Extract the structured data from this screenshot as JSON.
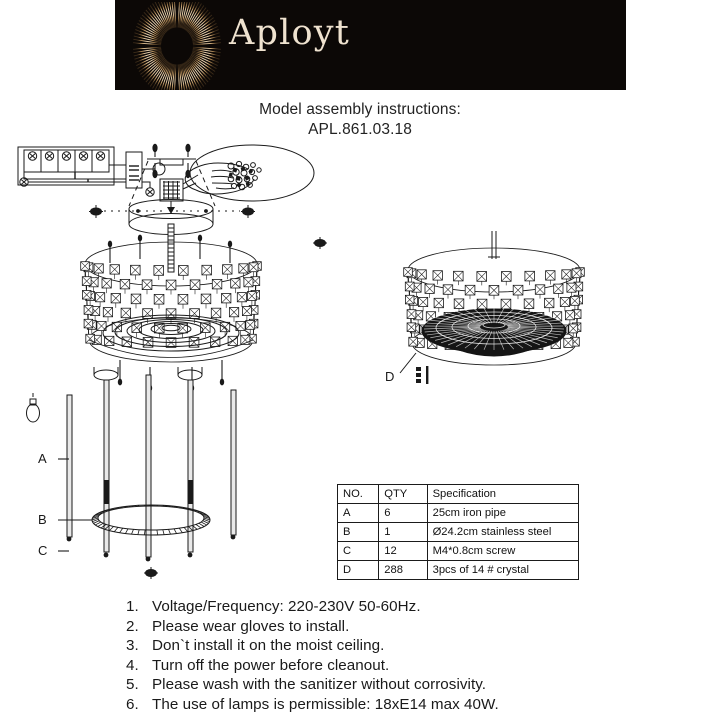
{
  "header": {
    "brand": "Aployt",
    "logo_icon": "sunburst-icon",
    "rays_icon": "radiating-rays-icon",
    "background_color": "#0c0806",
    "accent_color": "#d9b27c",
    "brand_text_color": "#efe2cf"
  },
  "title": {
    "line1": "Model assembly instructions:",
    "line2": "APL.861.03.18"
  },
  "diagram": {
    "labels": {
      "a": "A",
      "b": "B",
      "c": "C",
      "d": "D"
    },
    "callouts": [
      "wiring-terminal-block",
      "ceiling-mount-plate",
      "hand-holding-crystals-detail",
      "crystal-drum-exploded-view",
      "assembled-fixture-view",
      "iron-pipe-rods",
      "stainless-steel-ring",
      "screw-markers"
    ]
  },
  "parts_table": {
    "columns": [
      "NO.",
      "QTY",
      "Specification"
    ],
    "rows": [
      {
        "no": "A",
        "qty": "6",
        "spec": "25cm iron pipe"
      },
      {
        "no": "B",
        "qty": "1",
        "spec": "Ø24.2cm stainless steel"
      },
      {
        "no": "C",
        "qty": "12",
        "spec": "M4*0.8cm screw"
      },
      {
        "no": "D",
        "qty": "288",
        "spec": "3pcs of 14 # crystal"
      }
    ]
  },
  "instructions": [
    {
      "num": "1.",
      "text": "Voltage/Frequency: 220-230V 50-60Hz."
    },
    {
      "num": "2.",
      "text": "Please wear gloves to install."
    },
    {
      "num": "3.",
      "text": "Don`t install it on the moist ceiling."
    },
    {
      "num": "4.",
      "text": "Turn off the power before cleanout."
    },
    {
      "num": "5.",
      "text": "Please wash with the sanitizer without corrosivity."
    },
    {
      "num": "6.",
      "text": "The use of lamps is permissible: 18xE14 max 40W."
    }
  ]
}
